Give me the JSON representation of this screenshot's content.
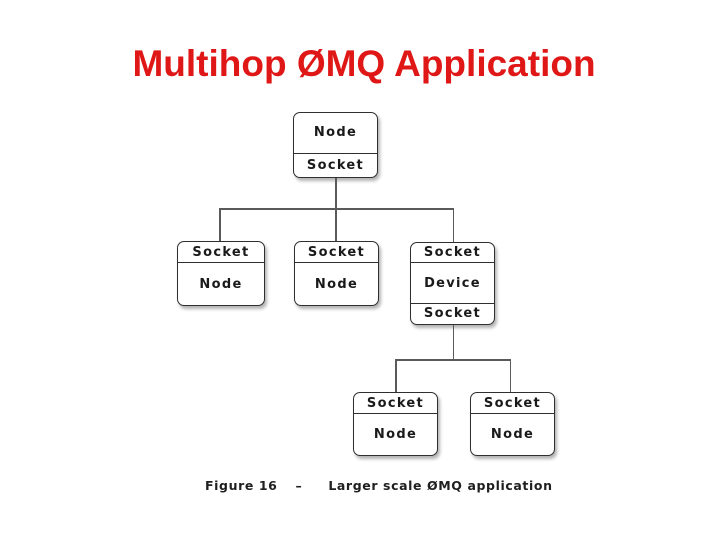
{
  "title": "Multihop ØMQ Application",
  "diagram": {
    "boxes": {
      "root": {
        "compartments": [
          "Node",
          "Socket"
        ]
      },
      "left": {
        "compartments": [
          "Socket",
          "Node"
        ]
      },
      "middle": {
        "compartments": [
          "Socket",
          "Node"
        ]
      },
      "device": {
        "compartments": [
          "Socket",
          "Device",
          "Socket"
        ]
      },
      "leaf_left": {
        "compartments": [
          "Socket",
          "Node"
        ]
      },
      "leaf_right": {
        "compartments": [
          "Socket",
          "Node"
        ]
      }
    },
    "caption": {
      "figure_label": "Figure 16",
      "separator": "–",
      "text": "Larger scale ØMQ application"
    }
  },
  "colors": {
    "title_red": "#e01717",
    "box_border": "#2f2f2f",
    "connector_gray": "#5a5a5a",
    "label_text": "#1a1a1a"
  }
}
